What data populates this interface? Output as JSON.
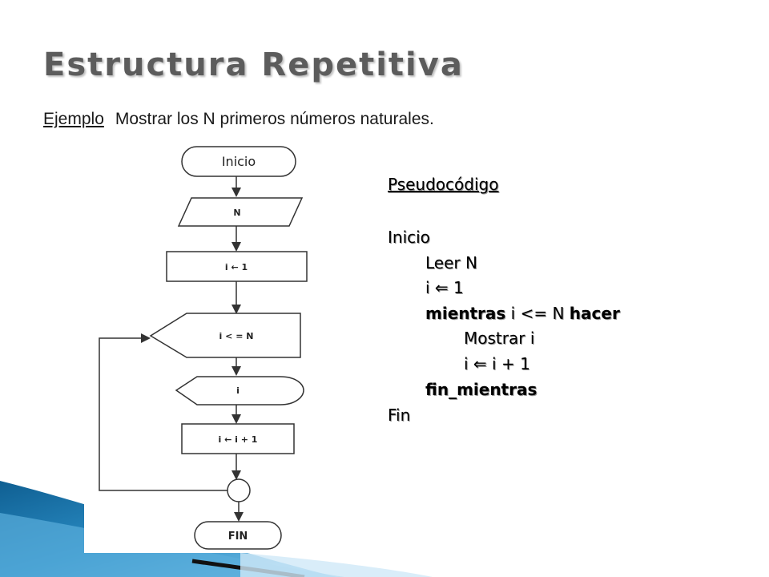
{
  "title": "Estructura Repetitiva",
  "subtitle": {
    "label": "Ejemplo",
    "text": "Mostrar los N primeros números naturales."
  },
  "flowchart": {
    "start": "Inicio",
    "input": "N",
    "init": "i ← 1",
    "condition": "i < = N",
    "output": "i",
    "increment": "i ← i + 1",
    "end": "FIN"
  },
  "pseudocode": {
    "heading": "Pseudocódigo",
    "inicio": "Inicio",
    "leer": "Leer N",
    "asignar": "i  1",
    "mientras_kw": "mientras",
    "mientras_cond": " i <= N ",
    "hacer_kw": "hacer",
    "mostrar": "Mostrar i",
    "incrementar": "i  i + 1",
    "fin_mientras": "fin_mientras",
    "fin": "Fin"
  },
  "theme": {
    "title_color": "#5c5c5c",
    "accent_blue": "#2a8cc4",
    "accent_light": "#9ed3ee"
  }
}
